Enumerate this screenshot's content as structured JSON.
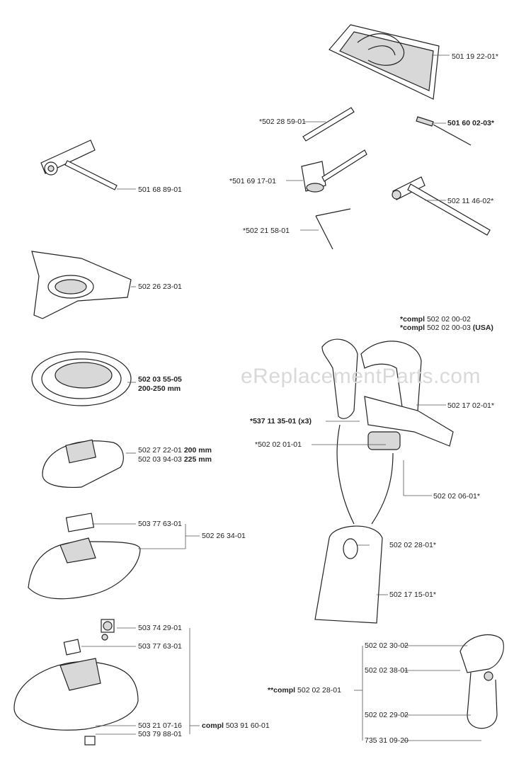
{
  "watermark": "eReplacementParts.com",
  "labels": {
    "bag": "501 19 22-01*",
    "rod": "*502 28 59-01",
    "file": "501 60 02-03*",
    "tool1": "501 68 89-01",
    "wrench": "*501 69 17-01",
    "tbar": "502 11 46-02*",
    "hexkey": "*502 21 58-01",
    "guard_plate": "502 26 23-01",
    "ring_num": "502 03 55-05",
    "ring_size": "200-250 mm",
    "shield1_num": "502 27 22-01",
    "shield1_size": "200 mm",
    "shield2_num": "502 03 94-03",
    "shield2_size": "225 mm",
    "plate1": "503 77 63-01",
    "guard_assy": "502 26 34-01",
    "nut": "503 74 29-01",
    "plate2": "503 77 63-01",
    "screw1": "503 21 07-16",
    "screw2": "503 79 88-01",
    "compl_assy_pre": "compl",
    "compl_assy_num": "503 91 60-01",
    "harness1_pre": "*compl",
    "harness1_num": "502 02 00-02",
    "harness2_pre": "*compl",
    "harness2_num": "502 02 00-03",
    "harness2_suffix": "(USA)",
    "strap": "502 17 02-01*",
    "clip": "*537 11 35-01 (x3)",
    "buckle": "*502 02 01-01",
    "hook": "502 02 06-01*",
    "hipclip": "502 02 28-01*",
    "pad": "502 17 15-01*",
    "h1": "502 02 30-02",
    "h2": "502 02 38-01",
    "h3": "502 02 29-02",
    "h4": "735 31 09-20",
    "hook_compl_pre": "**compl",
    "hook_compl_num": "502 02 28-01"
  }
}
